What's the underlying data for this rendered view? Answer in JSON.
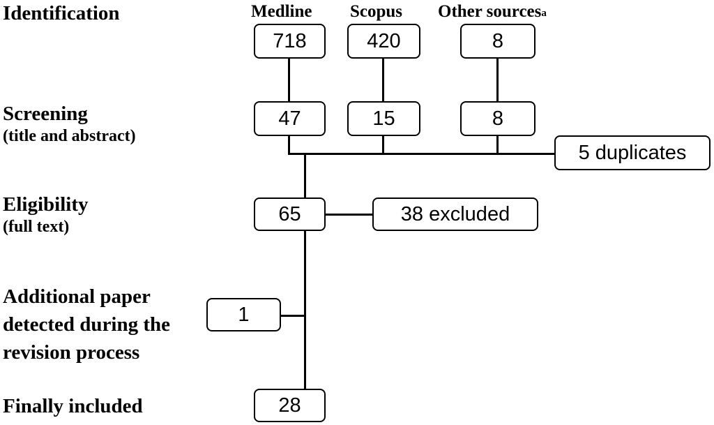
{
  "stages": {
    "identification": "Identification",
    "screening": "Screening",
    "screening_sub": "(title and abstract)",
    "eligibility": "Eligibility",
    "eligibility_sub": "(full text)",
    "additional": "Additional paper detected during the revision process",
    "finally": "Finally included"
  },
  "sources": {
    "medline": "Medline",
    "scopus": "Scopus",
    "other": "Other sources",
    "other_footnote": "a"
  },
  "counts": {
    "medline_identified": "718",
    "scopus_identified": "420",
    "other_identified": "8",
    "medline_screened": "47",
    "scopus_screened": "15",
    "other_screened": "8",
    "duplicates": "5 duplicates",
    "eligible": "65",
    "excluded": "38 excluded",
    "additional": "1",
    "included": "28"
  }
}
